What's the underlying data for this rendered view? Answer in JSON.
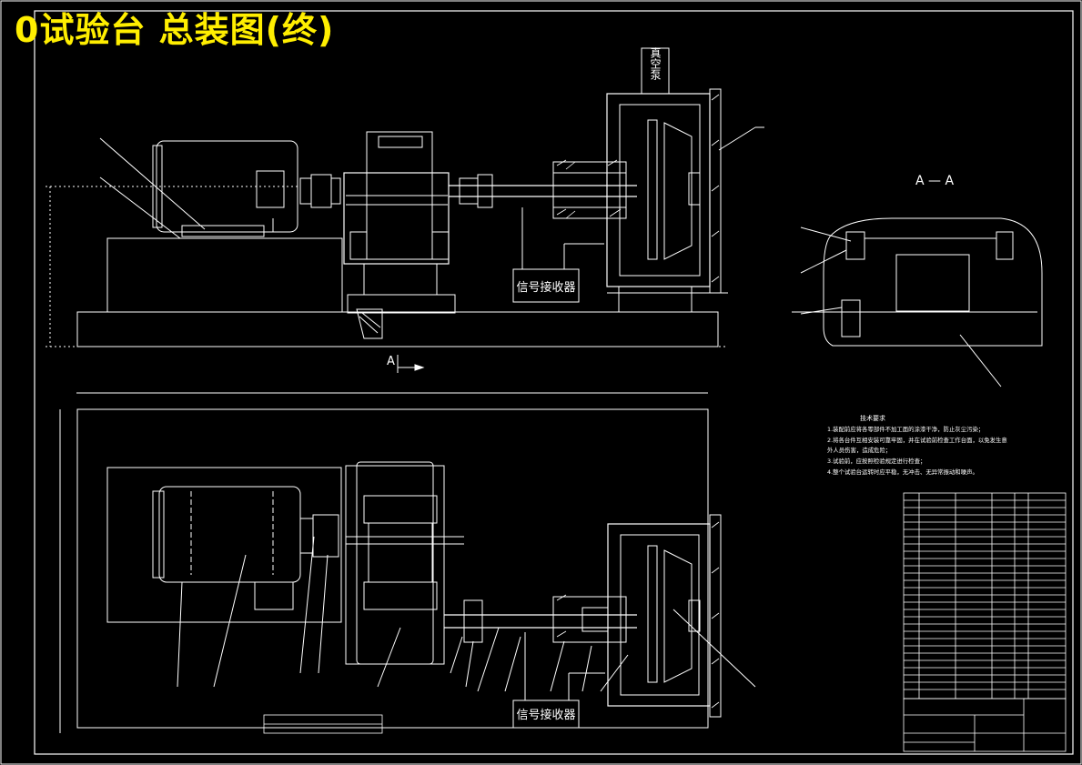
{
  "title": "0试验台 总装图(终)",
  "colors": {
    "background": "#000000",
    "line": "#ffffff",
    "title": "#ffee00",
    "hatch": "#ffffff"
  },
  "labels": {
    "vacuum_pump": "真空泵",
    "signal_receiver_top": "信号接收器",
    "signal_receiver_bottom": "信号接收器",
    "section_marker": "A",
    "section_title": "A — A"
  },
  "tech_requirements": {
    "heading": "技术要求",
    "items": [
      "1.装配前应将各零部件不加工面的涂漆干净，防止灰尘污染；",
      "2.将各台件互相安装可靠牢固，并在试验前检查工作台面，以免发生意",
      "  外人员伤害，造成危险；",
      "3.试验前，应按照检验规定进行检查；",
      "4.整个试验台运转时应平稳，无冲击、无异常振动和噪声。"
    ]
  }
}
